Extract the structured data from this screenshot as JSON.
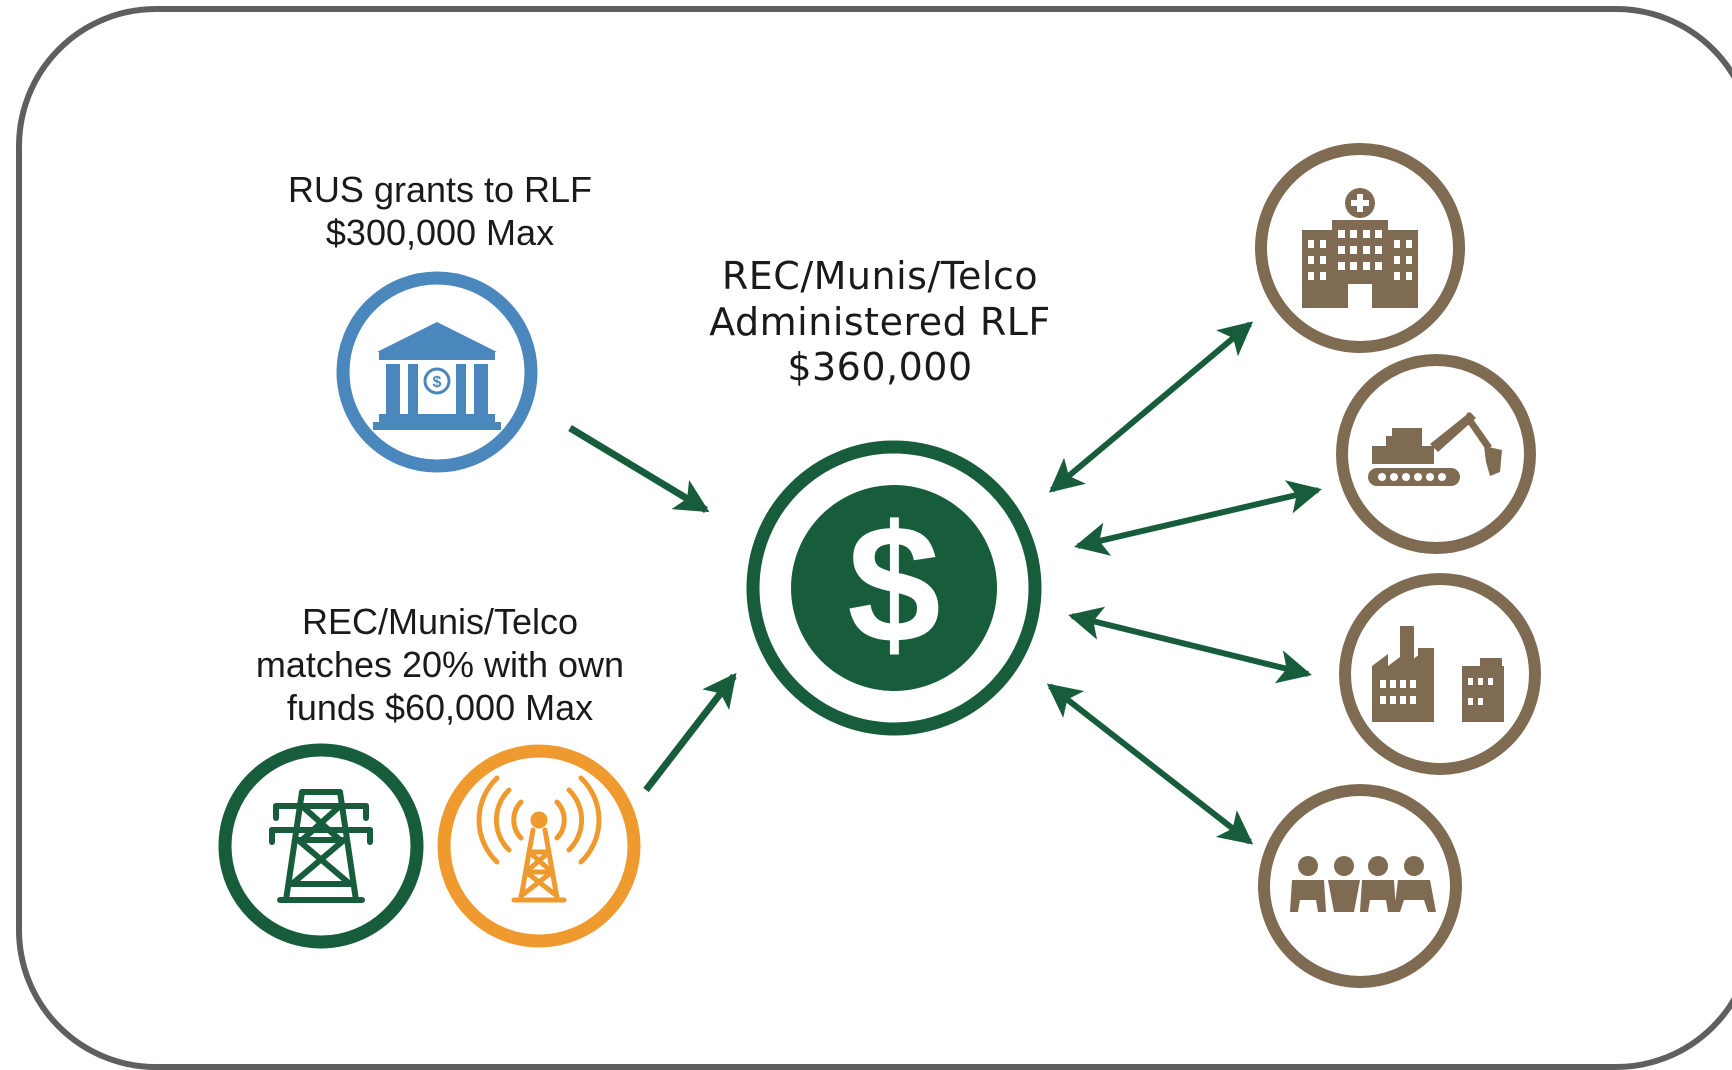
{
  "rus": {
    "line1": "RUS grants to RLF",
    "line2": "$300,000 Max"
  },
  "center": {
    "line1": "REC/Munis/Telco",
    "line2": "Administered RLF",
    "line3": "$360,000"
  },
  "match": {
    "line1": "REC/Munis/Telco",
    "line2": "matches 20% with own",
    "line3": "funds $60,000 Max"
  },
  "colors": {
    "green": "#175d3c",
    "blue": "#4a87bd",
    "orange": "#ef9a2f",
    "brown": "#7f6a52",
    "frame": "#5f5f62"
  },
  "icons": {
    "bank": "bank-icon",
    "dollar": "dollar-icon",
    "tower": "power-tower-icon",
    "antenna": "antenna-icon",
    "hospital": "hospital-icon",
    "excavator": "excavator-icon",
    "factory": "factory-icon",
    "people": "people-icon"
  }
}
